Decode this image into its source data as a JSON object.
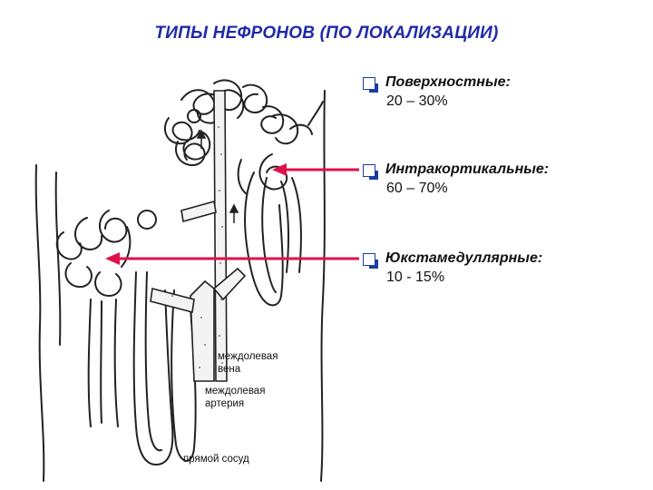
{
  "title": "ТИПЫ НЕФРОНОВ (ПО ЛОКАЛИЗАЦИИ)",
  "bullets": [
    {
      "label": "Поверхностные:",
      "value": "20 – 30%"
    },
    {
      "label": "Интракортикальные:",
      "value": "60 – 70%"
    },
    {
      "label": "Юкстамедуллярные:",
      "value": "10 - 15%"
    }
  ],
  "annotations": {
    "interlobar_vein": "междолевая вена",
    "interlobar_artery": "междолевая артерия",
    "vasa_recta": "прямой сосуд"
  },
  "colors": {
    "title": "#1f2aa8",
    "arrow": "#e0114a",
    "bullet_marker": "#1a3da0",
    "drawing": "#222222"
  }
}
